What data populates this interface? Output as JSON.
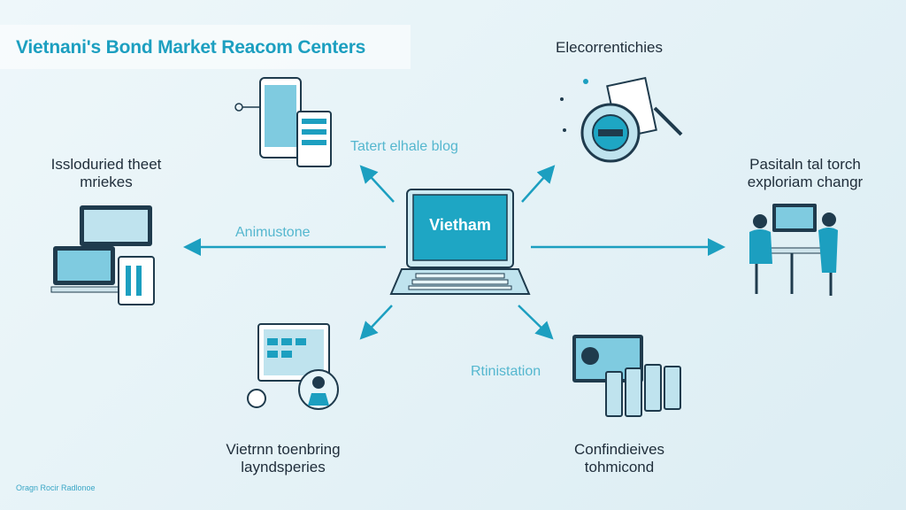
{
  "title": "Vietnani's Bond Market Reacom Centers",
  "center": {
    "screen_text": "Vietham"
  },
  "labels": {
    "top_right": "Elecorrentichies",
    "top_center": "Tatert elhale blog",
    "left": [
      "Issloduried theet",
      "mriekes"
    ],
    "right": [
      "Pasitaln tal torch",
      "exploriam changr"
    ],
    "left_arrow": "Animustone",
    "bottom_right_arrow": "Rtinistation",
    "bottom_left": [
      "Vietrnn toenbring",
      "layndsperies"
    ],
    "bottom_right": [
      "Confindieives",
      "tohmicond"
    ]
  },
  "footer": "Oragn Rocir Radlonoe",
  "colors": {
    "accent": "#1c9fc0",
    "dark": "#1f3b4d",
    "light": "#bfe3ee"
  }
}
